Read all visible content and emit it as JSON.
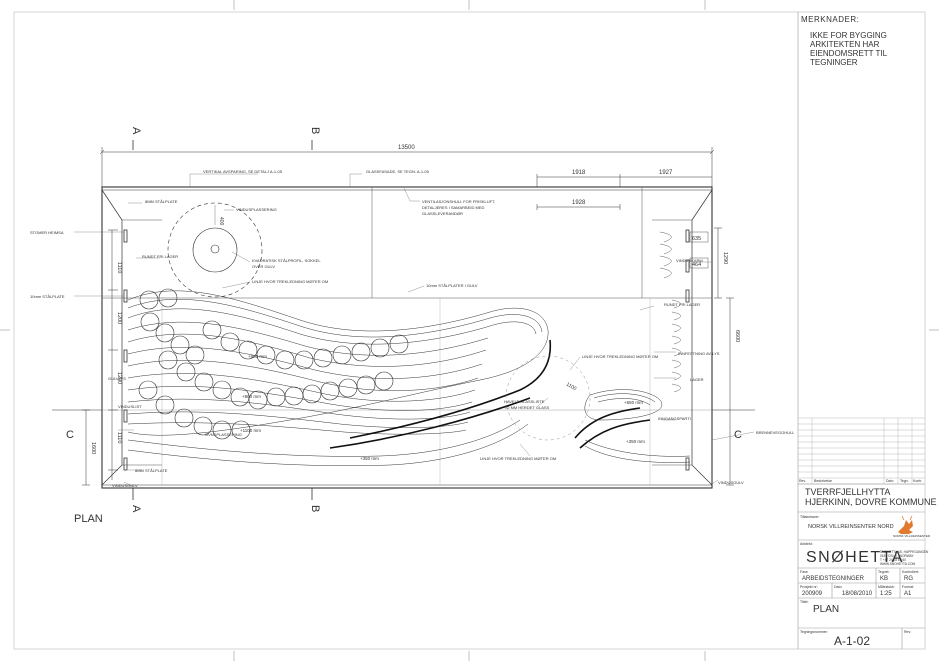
{
  "notes": {
    "heading": "MERKNADER:",
    "lines": [
      "IKKE FOR BYGGING",
      "ARKITEKTEN HAR",
      "EIENDOMSRETT TIL",
      "TEGNINGER"
    ]
  },
  "section_markers": {
    "a": "A",
    "b": "B",
    "c": "C"
  },
  "dimensions": {
    "overall_width": "13500",
    "right_1": "1918",
    "right_2": "1927",
    "right_3": "1928",
    "left_1": "1110",
    "left_2": "1200",
    "left_3": "1200",
    "left_4": "1110",
    "left_total": "1600",
    "right_total": "6600",
    "right_top": "1290",
    "right_635": "635",
    "right_464": "464",
    "circle_400": "400",
    "dim_1100": "1100"
  },
  "annotations": {
    "top_1": "VERTIKAL AVSPARING, SE DETALJ A-1-05",
    "top_2": "GLASSFASADE, SE TEGN. A-1-05",
    "stalplate_top": "8MM STÅLPLATE",
    "stomer": "STOMER HEIMSA",
    "ovnsplass": "VINDUSPLASSERING",
    "ventilasjon": "VENTILASJONSHULL FOR FRISKLUFT, DETALJERES I SAMARBEID MED GLASSLEVERANDØR",
    "stalplate_mid": "10mm STÅLPLATER I GULV",
    "rund_1": "RUNDT FRI LAGER",
    "kvadr": "KVADRATISK STÅLPROFIL, SOKKEL OVER GULV",
    "linje_1": "LINJE HVOR TREKLEDNING MØTER OM",
    "tmm": "10mm STÅLPLATE",
    "linje_2": "LINJE HVOR TREKLEDNING MØTER OM",
    "glass": "HAVELT GLASSLISTE TO MM HERDET GLASS",
    "linje_3": "LINJE HVOR TREKLEDNING MØTER OM",
    "stalplate_bot": "8MM STÅLPLATE",
    "vinduslist": "VINDUSLIST",
    "gulv_lys": "GULVLYS",
    "ovnsplass_2": "OVNSPLASSERING",
    "innfestning": "INNFESTNING AV LYS",
    "vinduskarm": "VINDUSKARM",
    "rundt_fri": "RUNDT FRI LAGER",
    "lager": "LAGER",
    "inngang": "INNGANGSPARTI",
    "brann": "BRENNEVEGGHULL",
    "vindusgulv": "VINDUSGULV",
    "lev_1": "+800 mm",
    "lev_2": "+800 mm",
    "lev_3": "+1100 mm",
    "lev_4": "+350 mm",
    "lev_5": "+650 mm",
    "lev_6": "+350 mm"
  },
  "plan_label": "PLAN",
  "title_block": {
    "rev_header": [
      "Rev.",
      "Beskrivelse",
      "Dato",
      "Tegn.",
      "Kontr."
    ],
    "project_title_1": "TVERRFJELLHYTTA",
    "project_title_2": "HJERKINN, DOVRE KOMMUNE",
    "client_label": "Tiltakshaver",
    "client": "NORSK VILLREINSENTER NORD",
    "client_logo_text": "NORSK VILLREINSENTER",
    "architect_label": "Arkitekt:",
    "architect": "SNØHETTA",
    "architect_address": [
      "SNØHETTA AS, HAPPEGANGEN",
      "0150 OSLO - NORWAY",
      "T +47 24 15 60 60",
      "WWW.SNOHETTA.COM"
    ],
    "phase_label": "Fase",
    "phase": "ARBEIDSTEGNINGER",
    "drawn_label": "Tegnet:",
    "drawn": "KB",
    "checked_label": "Kontrollert:",
    "checked": "RG",
    "project_no_label": "Prosjekt nr:",
    "project_no": "200909",
    "date_label": "Dato:",
    "date": "18/08/2010",
    "scale_label": "Målestokk:",
    "scale": "1:25",
    "format_label": "Format:",
    "format": "A1",
    "drawing_label": "Tittel:",
    "drawing": "PLAN",
    "drawing_no_label": "Tegningsnummer:",
    "drawing_no": "A-1-02",
    "rev_label": "Rev:"
  },
  "colors": {
    "line": "#333333",
    "light_line": "#888888",
    "logo_orange": "#e07a2e"
  }
}
